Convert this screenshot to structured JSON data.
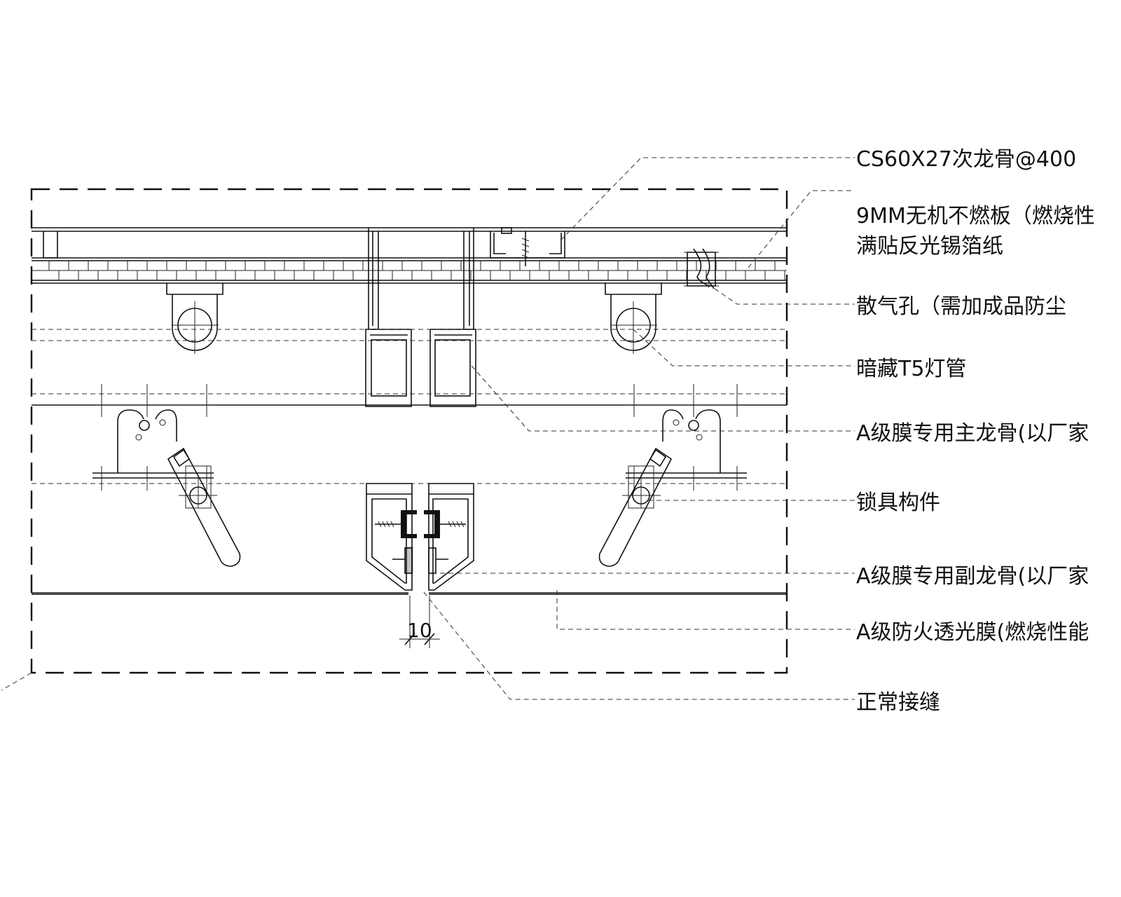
{
  "labels": {
    "cs_keel": "CS60X27次龙骨@400",
    "board_line1": "9MM无机不燃板（燃烧性",
    "board_line2": "满贴反光锡箔纸",
    "vent": "散气孔（需加成品防尘",
    "t5_tube": "暗藏T5灯管",
    "main_keel": "A级膜专用主龙骨(以厂家",
    "lock": "锁具构件",
    "sub_keel": "A级膜专用副龙骨(以厂家",
    "membrane": "A级防火透光膜(燃烧性能",
    "joint": "正常接缝"
  },
  "dimension": {
    "gap": "10"
  },
  "colors": {
    "line": "#111111",
    "background": "#ffffff"
  }
}
